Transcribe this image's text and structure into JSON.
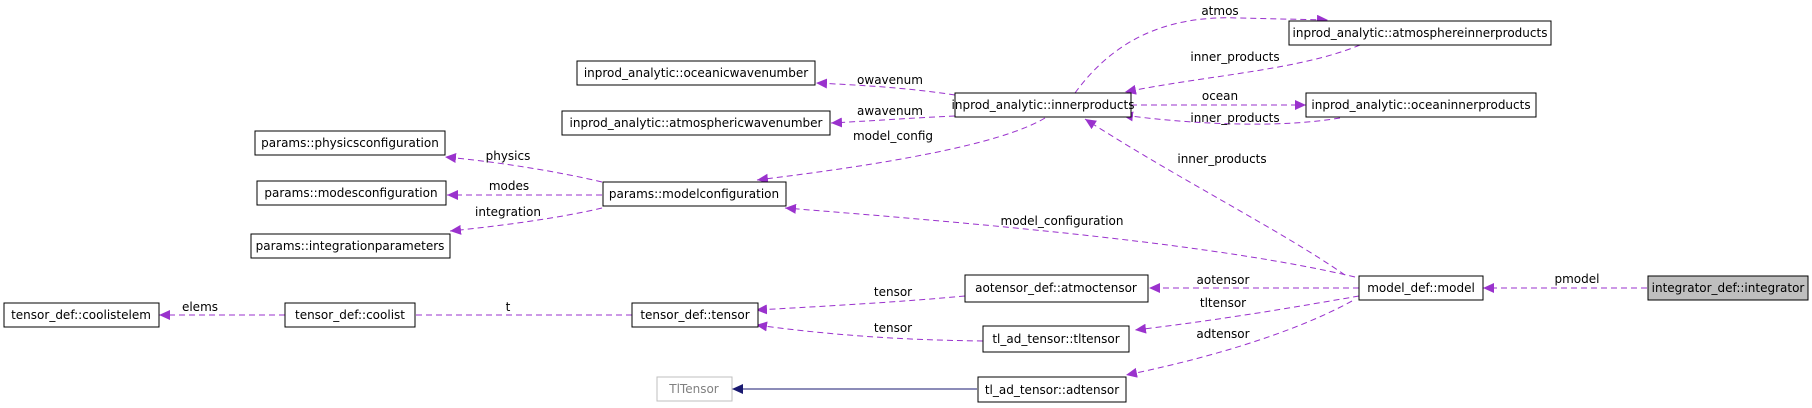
{
  "colors": {
    "usage_edge": "#9a32cd",
    "inherit_edge": "#191970",
    "highlight_fill": "#bfbfbf",
    "external_border": "#bfbfbf"
  },
  "nodes": {
    "integrator": "integrator_def::integrator",
    "model": "model_def::model",
    "innerproducts": "inprod_analytic::innerproducts",
    "atmosphereinnerproducts": "inprod_analytic::atmosphereinnerproducts",
    "oceaninnerproducts": "inprod_analytic::oceaninnerproducts",
    "oceanicwavenumber": "inprod_analytic::oceanicwavenumber",
    "atmosphericwavenumber": "inprod_analytic::atmosphericwavenumber",
    "physicsconfiguration": "params::physicsconfiguration",
    "modesconfiguration": "params::modesconfiguration",
    "integrationparameters": "params::integrationparameters",
    "modelconfiguration": "params::modelconfiguration",
    "coolistelem": "tensor_def::coolistelem",
    "coolist": "tensor_def::coolist",
    "tensor": "tensor_def::tensor",
    "atmoctensor": "aotensor_def::atmoctensor",
    "tltensor": "tl_ad_tensor::tltensor",
    "adtensor": "tl_ad_tensor::adtensor",
    "TlTensor": "TlTensor"
  },
  "edges": {
    "pmodel": "pmodel",
    "atmos": "atmos",
    "inner_products_atmos": "inner_products",
    "ocean": "ocean",
    "inner_products_ocean": "inner_products",
    "owavenum": "owavenum",
    "awavenum": "awavenum",
    "model_config": "model_config",
    "inner_products_model": "inner_products",
    "physics": "physics",
    "modes": "modes",
    "integration": "integration",
    "model_configuration": "model_configuration",
    "aotensor": "aotensor",
    "tltensor": "tltensor",
    "adtensor": "adtensor",
    "tensor_atmoc": "tensor",
    "tensor_tl": "tensor",
    "t": "t",
    "elems": "elems"
  }
}
